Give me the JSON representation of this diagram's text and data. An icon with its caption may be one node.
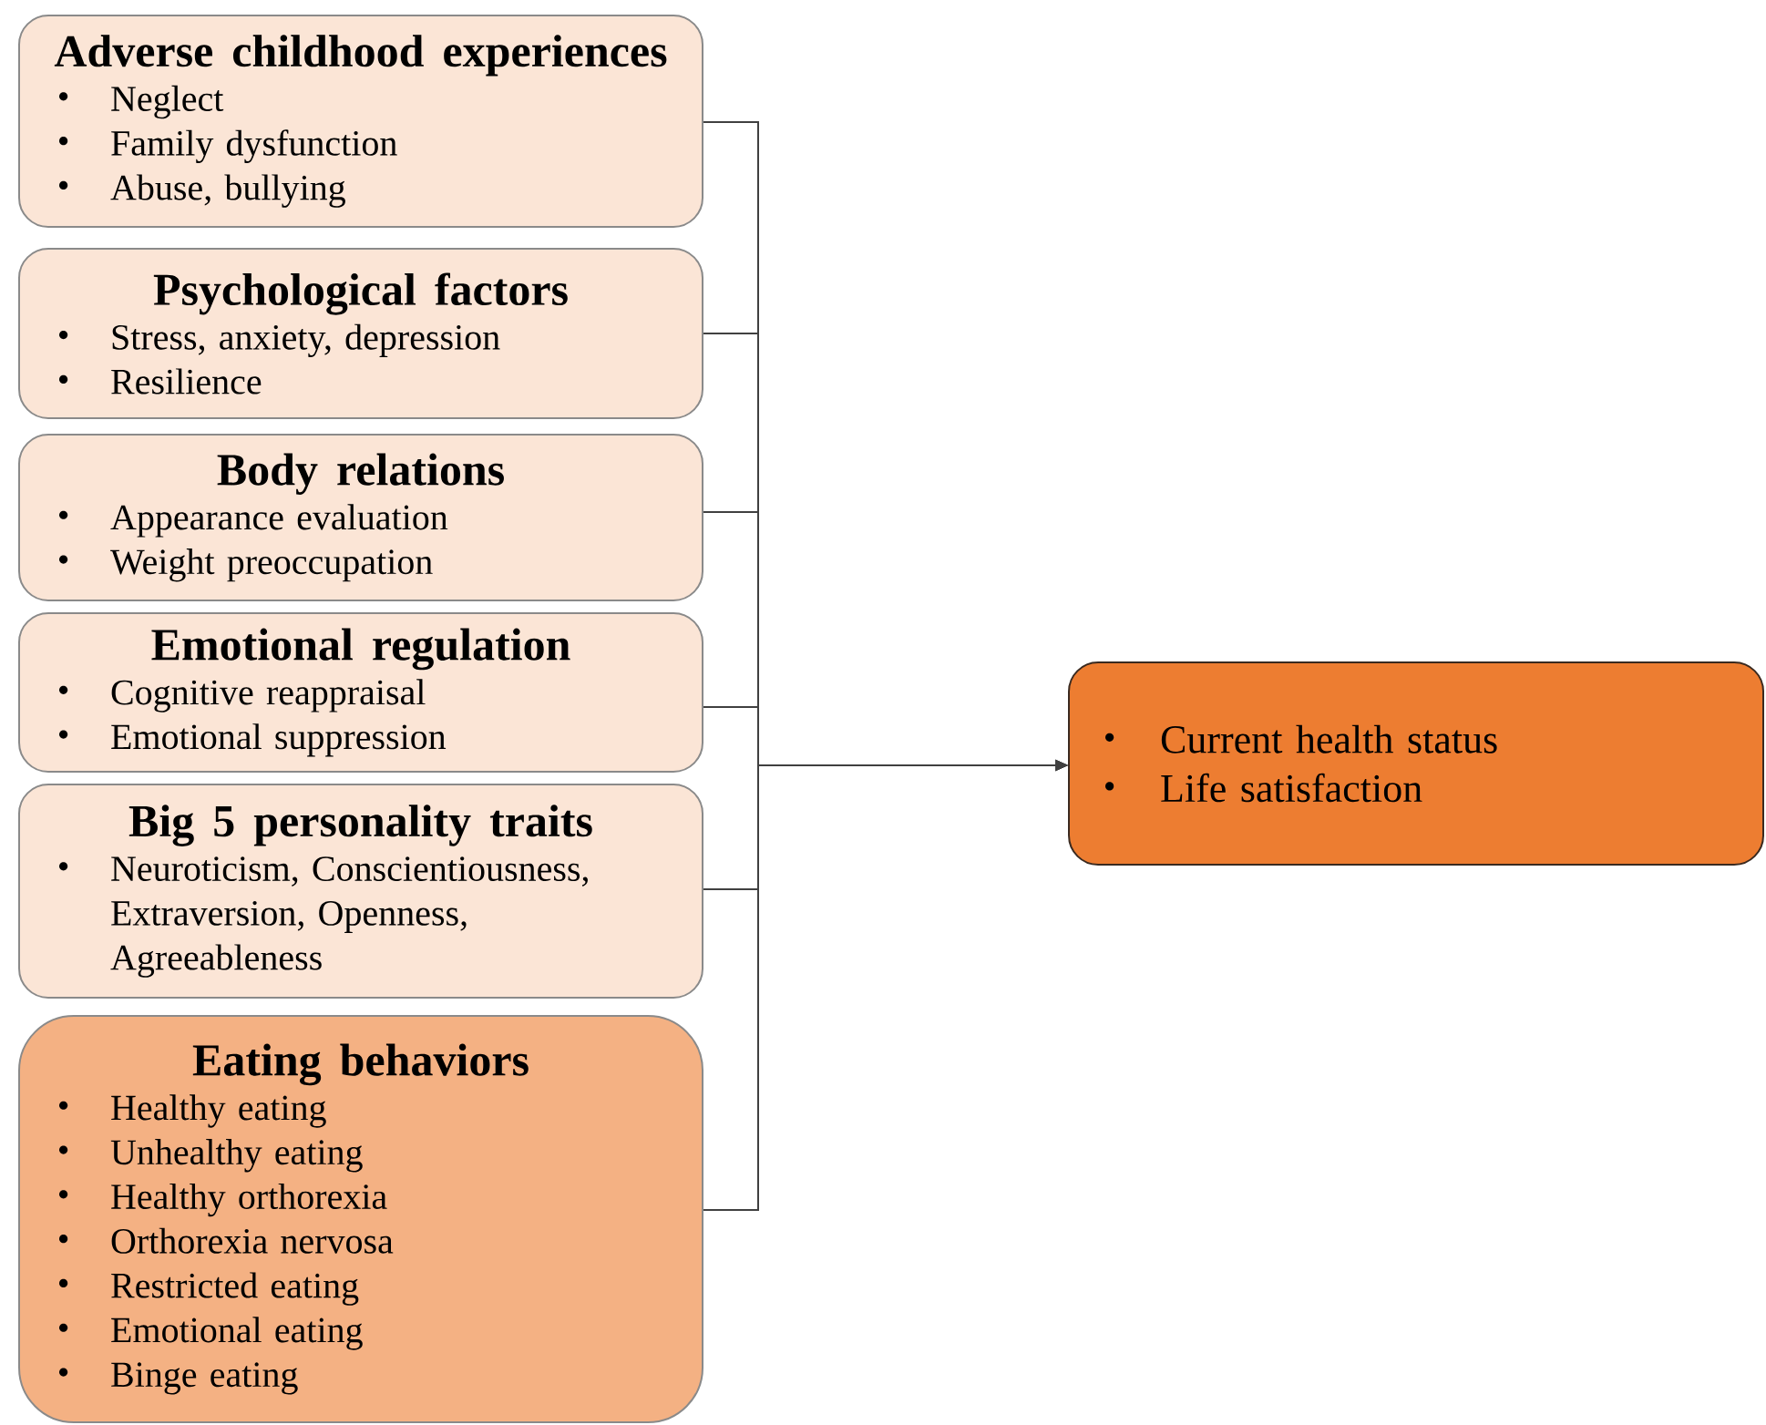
{
  "diagram": {
    "nodes": [
      {
        "text": [
          "Adverse childhood experiences",
          "Neglect",
          "Family dysfunction",
          "Abuse, bullying"
        ]
      },
      {
        "text": [
          "Psychological factors",
          "Stress, anxiety, depression",
          "Resilience"
        ]
      },
      {
        "text": [
          "Body relations",
          "Appearance evaluation",
          "Weight preoccupation"
        ]
      },
      {
        "text": [
          "Emotional regulation",
          "Cognitive reappraisal",
          "Emotional suppression"
        ]
      },
      {
        "text": [
          "Big 5 personality traits",
          "Neuroticism, Conscientiousness, Extraversion, Openness, Agreeableness"
        ]
      },
      {
        "text": [
          "Eating behaviors",
          "Healthy eating",
          "Unhealthy eating",
          "Healthy orthorexia",
          "Orthorexia nervosa",
          "Restricted eating",
          "Emotional eating",
          "Binge eating"
        ]
      },
      {
        "text": [
          "Current health status",
          "Life satisfaction"
        ]
      }
    ],
    "edges": [
      {
        "from": 0,
        "to": 6,
        "arrow": "to"
      },
      {
        "from": 1,
        "to": 6,
        "arrow": "to"
      },
      {
        "from": 2,
        "to": 6,
        "arrow": "to"
      },
      {
        "from": 3,
        "to": 6,
        "arrow": "to"
      },
      {
        "from": 4,
        "to": 6,
        "arrow": "to"
      },
      {
        "from": 5,
        "to": 6,
        "arrow": "to"
      }
    ]
  }
}
